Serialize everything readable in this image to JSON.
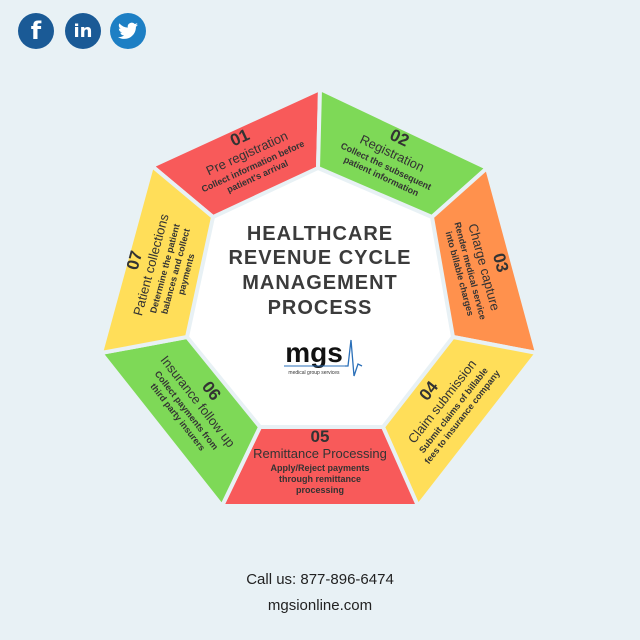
{
  "social": [
    {
      "name": "facebook",
      "icon": "facebook-icon",
      "glyph": "f"
    },
    {
      "name": "linkedin",
      "icon": "linkedin-icon",
      "glyph": "in"
    },
    {
      "name": "twitter",
      "icon": "twitter-icon",
      "glyph": "🐦"
    }
  ],
  "center": {
    "title_lines": [
      "HEALTHCARE",
      "REVENUE CYCLE",
      "MANAGEMENT",
      "PROCESS"
    ],
    "logo_text": "mgs",
    "logo_subtext": "medical group services"
  },
  "segments": [
    {
      "num": "01",
      "title": "Pre registration",
      "desc": [
        "Collect information before",
        "patient's arrival"
      ],
      "color": "#f85a5a"
    },
    {
      "num": "02",
      "title": "Registration",
      "desc": [
        "Collect the subsequent",
        "patient information"
      ],
      "color": "#7ed957"
    },
    {
      "num": "03",
      "title": "Charge capture",
      "desc": [
        "Render medical service",
        "into billable charges"
      ],
      "color": "#ff914d"
    },
    {
      "num": "04",
      "title": "Claim submission",
      "desc": [
        "Submit claims of billable",
        "fees to insurance company"
      ],
      "color": "#ffde59"
    },
    {
      "num": "05",
      "title": "Remittance Processing",
      "desc": [
        "Apply/Reject  payments",
        "through remittance",
        "processing"
      ],
      "color": "#f85a5a"
    },
    {
      "num": "06",
      "title": "Insurance follow up",
      "desc": [
        "Collect payments from",
        "third party insurers"
      ],
      "color": "#7ed957"
    },
    {
      "num": "07",
      "title": "Patient collections",
      "desc": [
        "Determine the patient",
        "balances and collect",
        "payments"
      ],
      "color": "#ffde59"
    }
  ],
  "footer": {
    "phone": "Call us: 877-896-6474",
    "website": "mgsionline.com"
  }
}
